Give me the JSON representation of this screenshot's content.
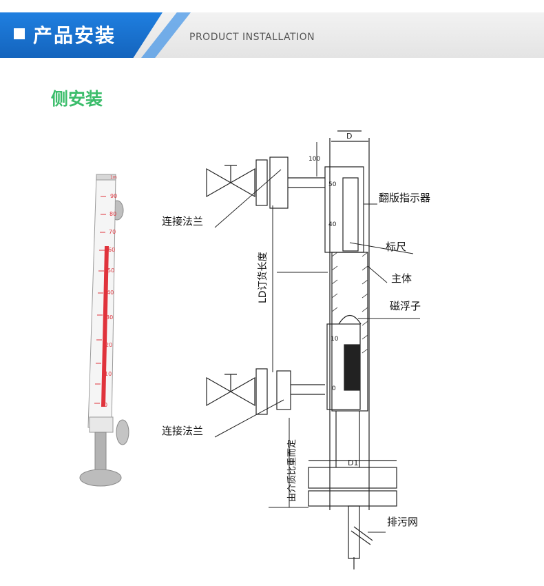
{
  "header": {
    "title": "产品安装",
    "subtitle": "PRODUCT INSTALLATION",
    "accent_color": "#1a73d9"
  },
  "section": {
    "title": "侧安装",
    "title_color": "#3bbd6b"
  },
  "photo_gauge": {
    "scale_labels": [
      "90",
      "80",
      "70",
      "60",
      "50",
      "40",
      "30",
      "20",
      "10",
      "0"
    ],
    "top_unit": "1m",
    "fill_color": "#e0333c"
  },
  "diagram": {
    "labels": {
      "flange_top": "连接法兰",
      "flange_bottom": "连接法兰",
      "indicator": "翻版指示器",
      "scale": "标尺",
      "body": "主体",
      "float": "磁浮子",
      "drain": "排污网",
      "order_length": "LD订货长度",
      "medium_note": "由介质比重而定"
    },
    "dimensions": {
      "diameter": "D",
      "base_diameter": "D1",
      "top_offset": "100",
      "scale_top": "50",
      "scale_mid": "40",
      "scale_lower": "10",
      "scale_zero": "0"
    }
  }
}
